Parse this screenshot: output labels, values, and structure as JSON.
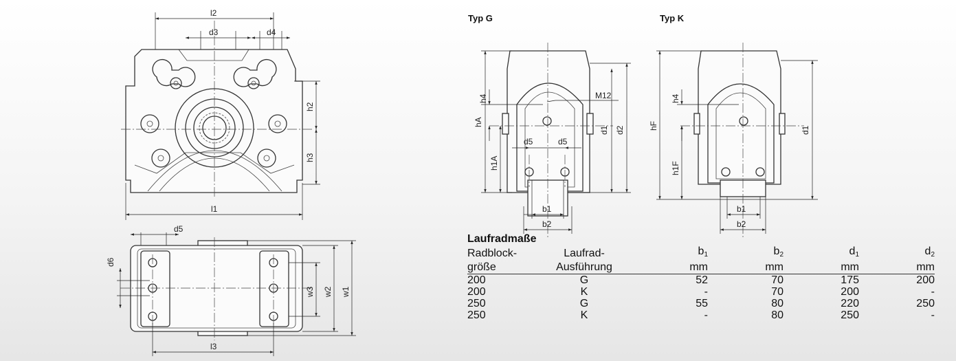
{
  "drawing_labels": {
    "l1": "l1",
    "l2": "l2",
    "l3": "l3",
    "d1": "d1",
    "d2": "d2",
    "d3": "d3",
    "d4": "d4",
    "d5": "d5",
    "d6": "d6",
    "h2": "h2",
    "h3": "h3",
    "h4": "h4",
    "hA": "hA",
    "h1A": "h1A",
    "hF": "hF",
    "h1F": "h1F",
    "w1": "w1",
    "w2": "w2",
    "w3": "w3",
    "b1": "b1",
    "b2": "b2",
    "m12": "M12"
  },
  "typ_g": "Typ G",
  "typ_k": "Typ K",
  "table": {
    "title": "Laufradmaße",
    "headers": [
      [
        "Radblock-",
        "größe"
      ],
      [
        "Laufrad-",
        "Ausführung"
      ],
      [
        "b",
        "1",
        "mm"
      ],
      [
        "b",
        "2",
        "mm"
      ],
      [
        "d",
        "1",
        "mm"
      ],
      [
        "d",
        "2",
        "mm"
      ]
    ],
    "rows": [
      [
        "200",
        "G",
        "52",
        "70",
        "175",
        "200"
      ],
      [
        "200",
        "K",
        "-",
        "70",
        "200",
        "-"
      ],
      [
        "250",
        "G",
        "55",
        "80",
        "220",
        "250"
      ],
      [
        "250",
        "K",
        "-",
        "80",
        "250",
        "-"
      ]
    ]
  }
}
